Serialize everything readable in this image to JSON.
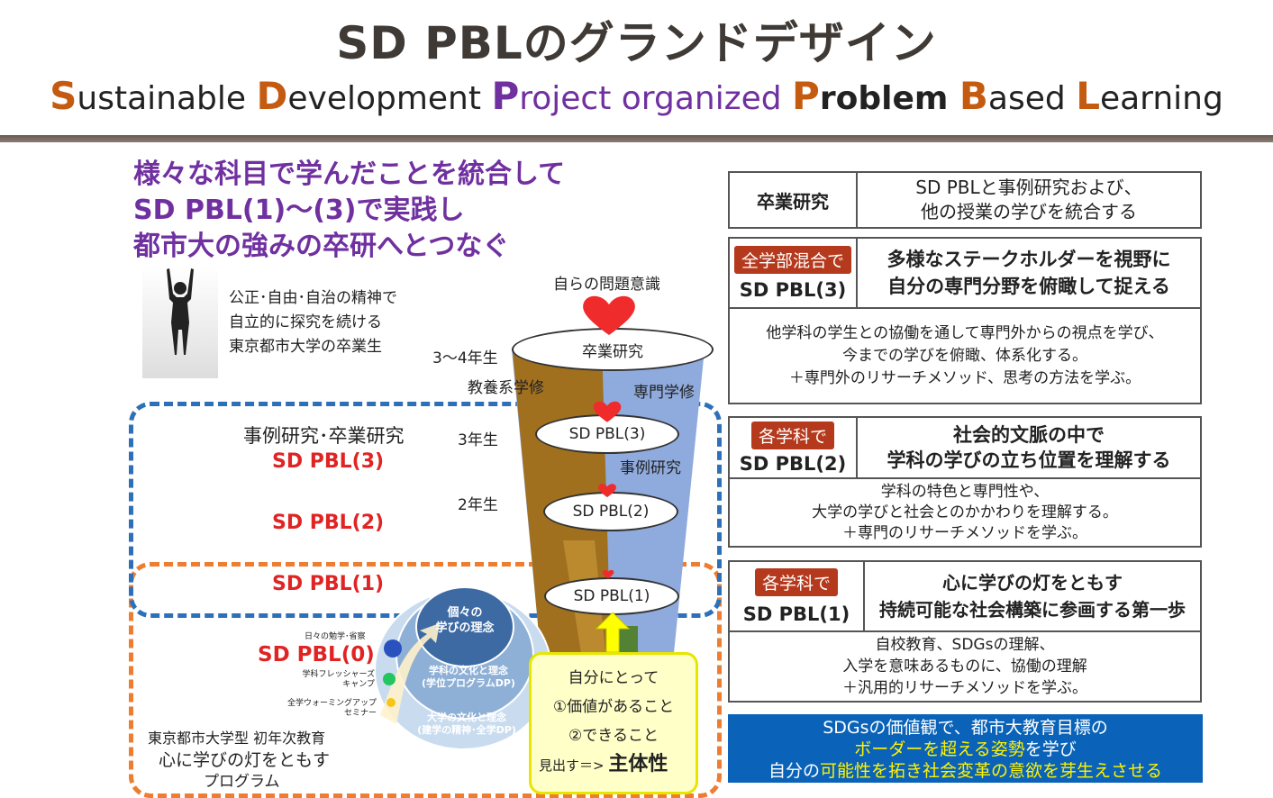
{
  "title": "SD PBLのグランドデザイン",
  "subtitle": {
    "s_cap": "S",
    "s_rest": "ustainable ",
    "d_cap": "D",
    "d_rest": "evelopment ",
    "p_cap": "P",
    "p_rest": "roject organized ",
    "pb_cap": "P",
    "pb_rest": "roblem ",
    "b_cap": "B",
    "b_rest": "ased ",
    "l_cap": "L",
    "l_rest": "earning"
  },
  "lead": [
    "様々な科目で学んだことを統合して",
    "SD PBL(1)～(3)で実践し",
    "都市大の強みの卒研へとつなぐ"
  ],
  "graduate": [
    "公正･自由･自治の精神で",
    "自立的に探究を続ける",
    "東京都市大学の卒業生"
  ],
  "funnel": {
    "problem_awareness": "自らの問題意識",
    "top_oval": "卒業研究",
    "years_34": "3～4年生",
    "general": "教養系学修",
    "specialized": "専門学修",
    "case_study": "事例研究",
    "year3": "3年生",
    "year2": "2年生",
    "oval3": "SD PBL(3)",
    "oval2": "SD PBL(2)",
    "oval1": "SD PBL(1)"
  },
  "left_labels": {
    "case_grad": "事例研究･卒業研究",
    "pbl3": "SD PBL(3)",
    "pbl2": "SD PBL(2)",
    "pbl1": "SD PBL(1)",
    "pbl0": "SD PBL(0)"
  },
  "circle": {
    "inner": [
      "個々の",
      "学びの理念"
    ],
    "middle": [
      "学科の文化と理念",
      "(学位プログラムDP)"
    ],
    "outer": [
      "大学の文化と理念",
      "(建学の精神･全学DP)"
    ],
    "dots": [
      "日々の勉学･省察",
      "学科フレッシャーズ",
      "キャンプ",
      "全学ウォーミングアップ",
      "セミナー"
    ]
  },
  "first_year": [
    "東京都市大学型 初年次教育",
    "心に学びの灯をともす",
    "プログラム"
  ],
  "yellow_box": {
    "line1": "自分にとって",
    "line2": "①価値があること",
    "line3": "②できること",
    "line4a": "見出す＝>",
    "line4b": "主体性"
  },
  "tables": {
    "grad": {
      "label": "卒業研究",
      "text": [
        "SD PBLと事例研究および、",
        "他の授業の学びを統合する"
      ]
    },
    "pbl3": {
      "tag": "全学部混合で",
      "label": "SD PBL(3)",
      "head": [
        "多様なステークホルダーを視野に",
        "自分の専門分野を俯瞰して捉える"
      ],
      "body": [
        "他学科の学生との協働を通して専門外からの視点を学び、",
        "今までの学びを俯瞰、体系化する。",
        "＋専門外のリサーチメソッド、思考の方法を学ぶ。"
      ]
    },
    "pbl2": {
      "tag": "各学科で",
      "label": "SD PBL(2)",
      "head": [
        "社会的文脈の中で",
        "学科の学びの立ち位置を理解する"
      ],
      "body": [
        "学科の特色と専門性や、",
        "大学の学びと社会とのかかわりを理解する。",
        "＋専門のリサーチメソッドを学ぶ。"
      ]
    },
    "pbl1": {
      "tag": "各学科で",
      "label": "SD PBL(1)",
      "head": [
        "心に学びの灯をともす",
        "持続可能な社会構築に参画する第一歩"
      ],
      "body": [
        "自校教育、SDGsの理解、",
        "入学を意味あるものに、協働の理解",
        "＋汎用的リサーチメソッドを学ぶ。"
      ]
    }
  },
  "sdg_box": {
    "line1": "SDGsの価値観で、都市大教育目標の",
    "line2a": "ボーダーを超える姿勢",
    "line2b": "を学び",
    "line3a": "自分の",
    "line3b": "可能性を拓き社会変革の意欲を芽生えさせる"
  },
  "colors": {
    "accent_red": "#e02424",
    "purple": "#7030a0",
    "orange_cap": "#c55a11",
    "blue_dash": "#2e70b8",
    "orange_dash": "#ed7d31",
    "tag": "#b53a1d",
    "sdg_blue": "#0a63b8"
  }
}
